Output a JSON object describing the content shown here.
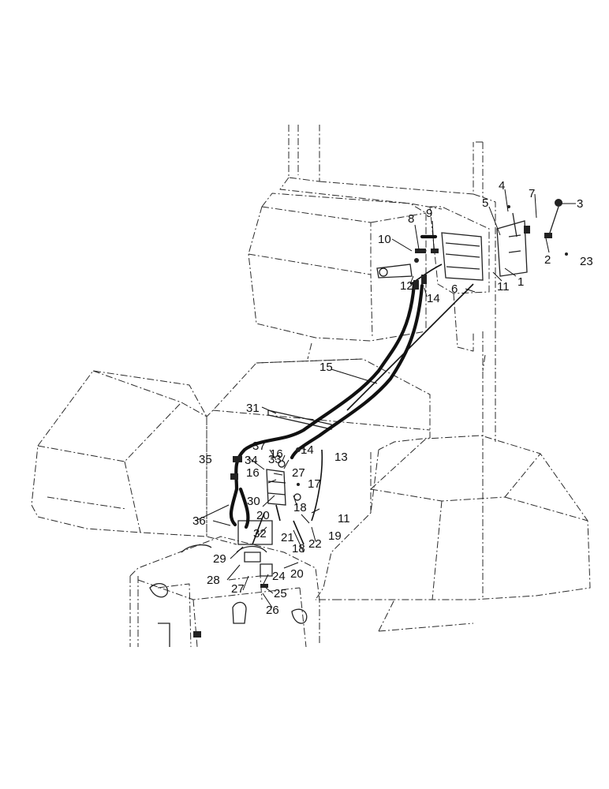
{
  "callouts": {
    "c1": "1",
    "c2": "2",
    "c3": "3",
    "c4": "4",
    "c5": "5",
    "c6": "6",
    "c7": "7",
    "c8": "8",
    "c9": "9",
    "c10": "10",
    "c11a": "11",
    "c11b": "11",
    "c12": "12",
    "c13": "13",
    "c14a": "14",
    "c14b": "14",
    "c15": "15",
    "c16a": "16",
    "c16b": "16",
    "c17": "17",
    "c18a": "18",
    "c18b": "18",
    "c19": "19",
    "c20a": "20",
    "c20b": "20",
    "c21": "21",
    "c22": "22",
    "c23": "23",
    "c24": "24",
    "c25": "25",
    "c26": "26",
    "c27a": "27",
    "c27b": "27",
    "c28": "28",
    "c29": "29",
    "c30": "30",
    "c31": "31",
    "c32": "32",
    "c33": "33",
    "c34": "34",
    "c35": "35",
    "c36": "36",
    "c37": "37"
  }
}
